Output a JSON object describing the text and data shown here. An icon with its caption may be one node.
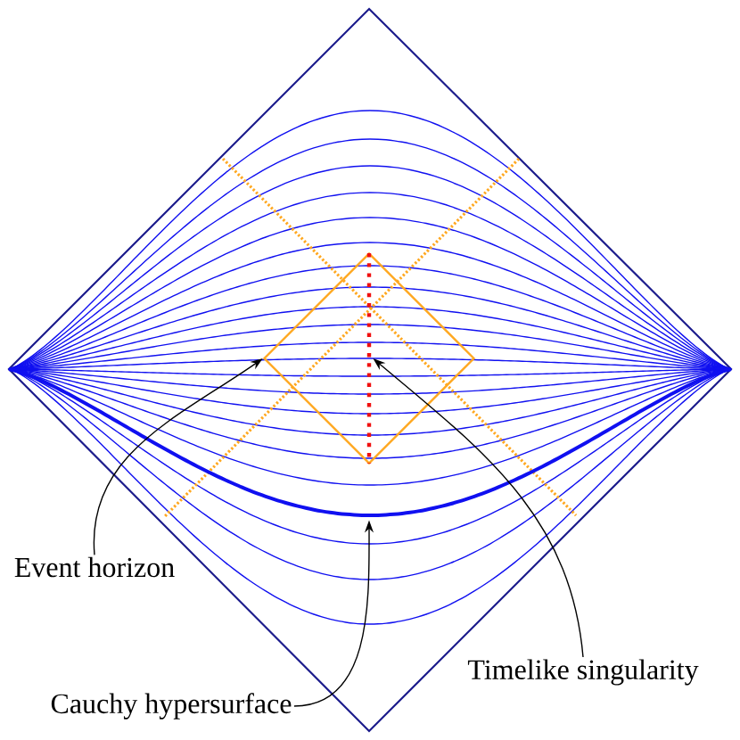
{
  "diagram": {
    "nodes": [
      {
        "text": [
          "Event horizon"
        ]
      },
      {
        "text": [
          "Cauchy hypersurface"
        ]
      },
      {
        "text": [
          "Timelike singularity"
        ]
      },
      {
        "text": [],
        "shape": "diamond"
      },
      {
        "text": [],
        "shape": "curve"
      },
      {
        "text": [],
        "shape": "line",
        "in": 3
      }
    ],
    "edges": [
      {
        "from": 0,
        "to": 3,
        "arrow": "to"
      },
      {
        "from": 1,
        "to": 4,
        "arrow": "to"
      },
      {
        "from": 2,
        "to": 5,
        "arrow": "to"
      }
    ]
  }
}
